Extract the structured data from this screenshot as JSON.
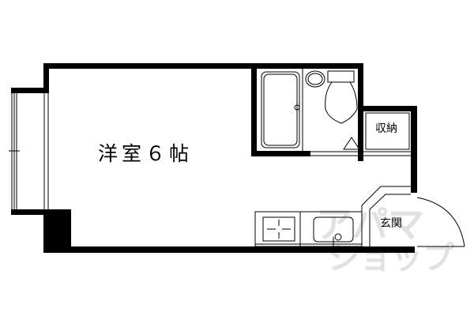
{
  "floorplan": {
    "rooms": {
      "main_room": {
        "label": "洋室６帖"
      },
      "storage": {
        "label": "収納"
      },
      "entrance": {
        "label": "玄関"
      }
    },
    "fixtures": [
      "bathtub",
      "washbasin",
      "toilet",
      "kitchen-stove",
      "kitchen-sink",
      "entry-door",
      "balcony-window"
    ],
    "watermark": "アパマンショップ",
    "colors": {
      "wall": "#000000",
      "background": "#ffffff",
      "watermark": "#d9d9d9"
    }
  }
}
